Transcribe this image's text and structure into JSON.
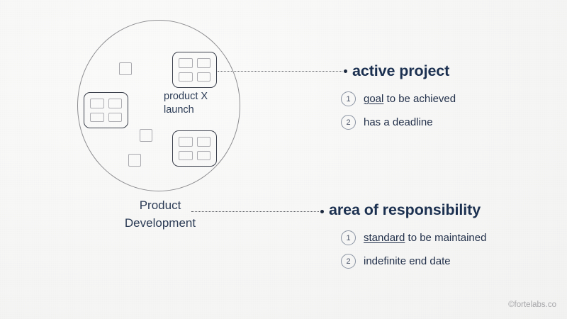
{
  "canvas": {
    "background_color": "#f7f7f6",
    "accent_color": "#1b3050",
    "muted_color": "#8d8d90"
  },
  "diagram": {
    "ring": {
      "label_line_1": "Product",
      "label_line_2": "Development",
      "outline_color": "#8d8d90"
    },
    "projects": [
      {
        "name": "project-top",
        "caption_line_1": "product X",
        "caption_line_2": "launch"
      },
      {
        "name": "project-left",
        "caption_line_1": "",
        "caption_line_2": ""
      },
      {
        "name": "project-bottom",
        "caption_line_1": "",
        "caption_line_2": ""
      }
    ],
    "tasks": [
      {
        "name": "task-1"
      },
      {
        "name": "task-2"
      },
      {
        "name": "task-3"
      }
    ]
  },
  "callouts": [
    {
      "id": "active-project",
      "title": "active project",
      "points": [
        {
          "number": "1",
          "key": "goal",
          "rest": " to be achieved"
        },
        {
          "number": "2",
          "key": "",
          "rest": "has a deadline"
        }
      ]
    },
    {
      "id": "area-of-responsibility",
      "title": "area of responsibility",
      "points": [
        {
          "number": "1",
          "key": "standard",
          "rest": " to be maintained"
        },
        {
          "number": "2",
          "key": "",
          "rest": "indefinite end date"
        }
      ]
    }
  ],
  "watermark": "©fortelabs.co"
}
